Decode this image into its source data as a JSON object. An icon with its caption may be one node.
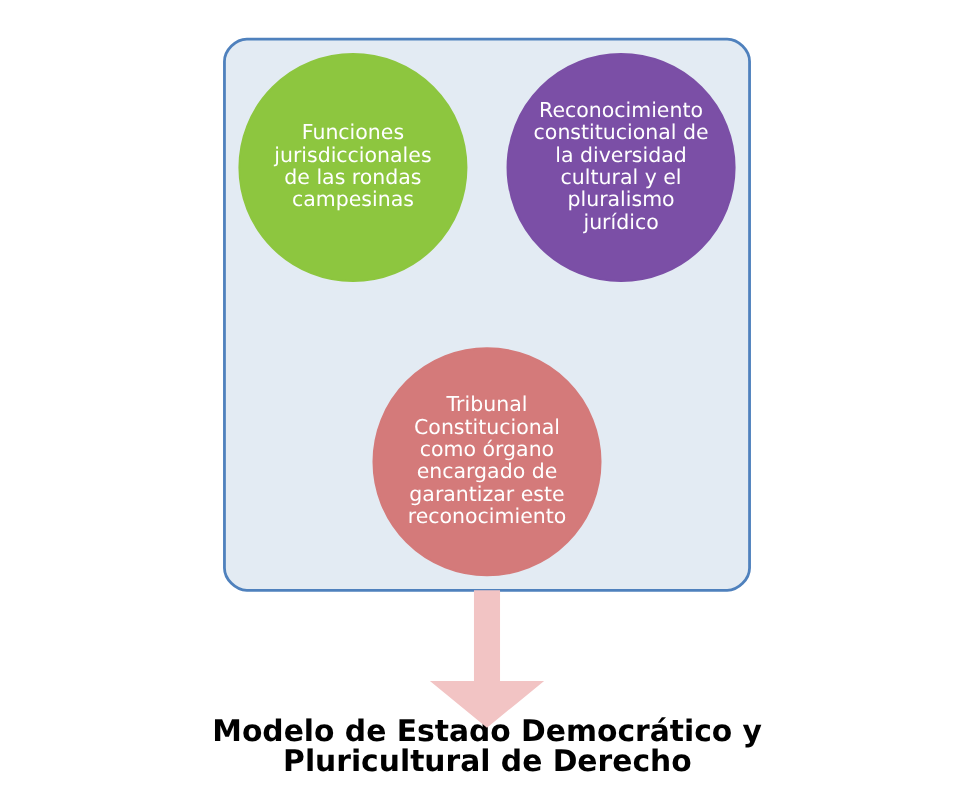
{
  "diagram": {
    "nodes": [
      {
        "text": [],
        "shape": "funnel"
      },
      {
        "text": [
          "Funciones jurisdiccionales de las rondas campesinas"
        ],
        "in": 0
      },
      {
        "text": [
          "Reconocimiento constitucional de la diversidad cultural y el pluralismo jurídico"
        ],
        "in": 0
      },
      {
        "text": [
          "Tribunal Constitucional como órgano encargado de garantizar este reconocimiento"
        ],
        "in": 0
      },
      {
        "text": [
          "Modelo de Estado Democrático y Pluricultural de Derecho"
        ]
      }
    ],
    "edges": [
      {
        "from": 0,
        "to": 4,
        "arrow": "to"
      }
    ]
  }
}
